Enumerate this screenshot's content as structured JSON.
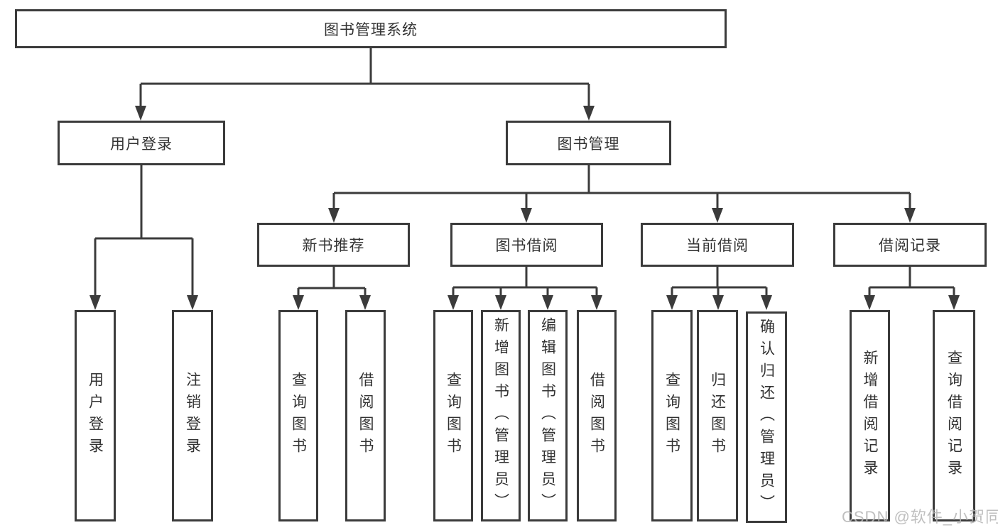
{
  "tree": {
    "root": {
      "label": "图书管理系统",
      "children": [
        {
          "label": "用户登录",
          "children": [
            {
              "label": "用户登录"
            },
            {
              "label": "注销登录"
            }
          ]
        },
        {
          "label": "图书管理",
          "children": [
            {
              "label": "新书推荐",
              "children": [
                {
                  "label": "查询图书"
                },
                {
                  "label": "借阅图书"
                }
              ]
            },
            {
              "label": "图书借阅",
              "children": [
                {
                  "label": "查询图书"
                },
                {
                  "label": "新增图书（管理员）"
                },
                {
                  "label": "编辑图书（管理员）"
                },
                {
                  "label": "借阅图书"
                }
              ]
            },
            {
              "label": "当前借阅",
              "children": [
                {
                  "label": "查询图书"
                },
                {
                  "label": "归还图书"
                },
                {
                  "label": "确认归还（管理员）"
                }
              ]
            },
            {
              "label": "借阅记录",
              "children": [
                {
                  "label": "新增借阅记录"
                },
                {
                  "label": "查询借阅记录"
                }
              ]
            }
          ]
        }
      ]
    }
  },
  "watermark": {
    "text": "CSDN @软件_小贺同学"
  },
  "colors": {
    "line": "#3b3b3b",
    "text": "#323232",
    "watermark": "#b5b5b5",
    "background": "#ffffff"
  }
}
